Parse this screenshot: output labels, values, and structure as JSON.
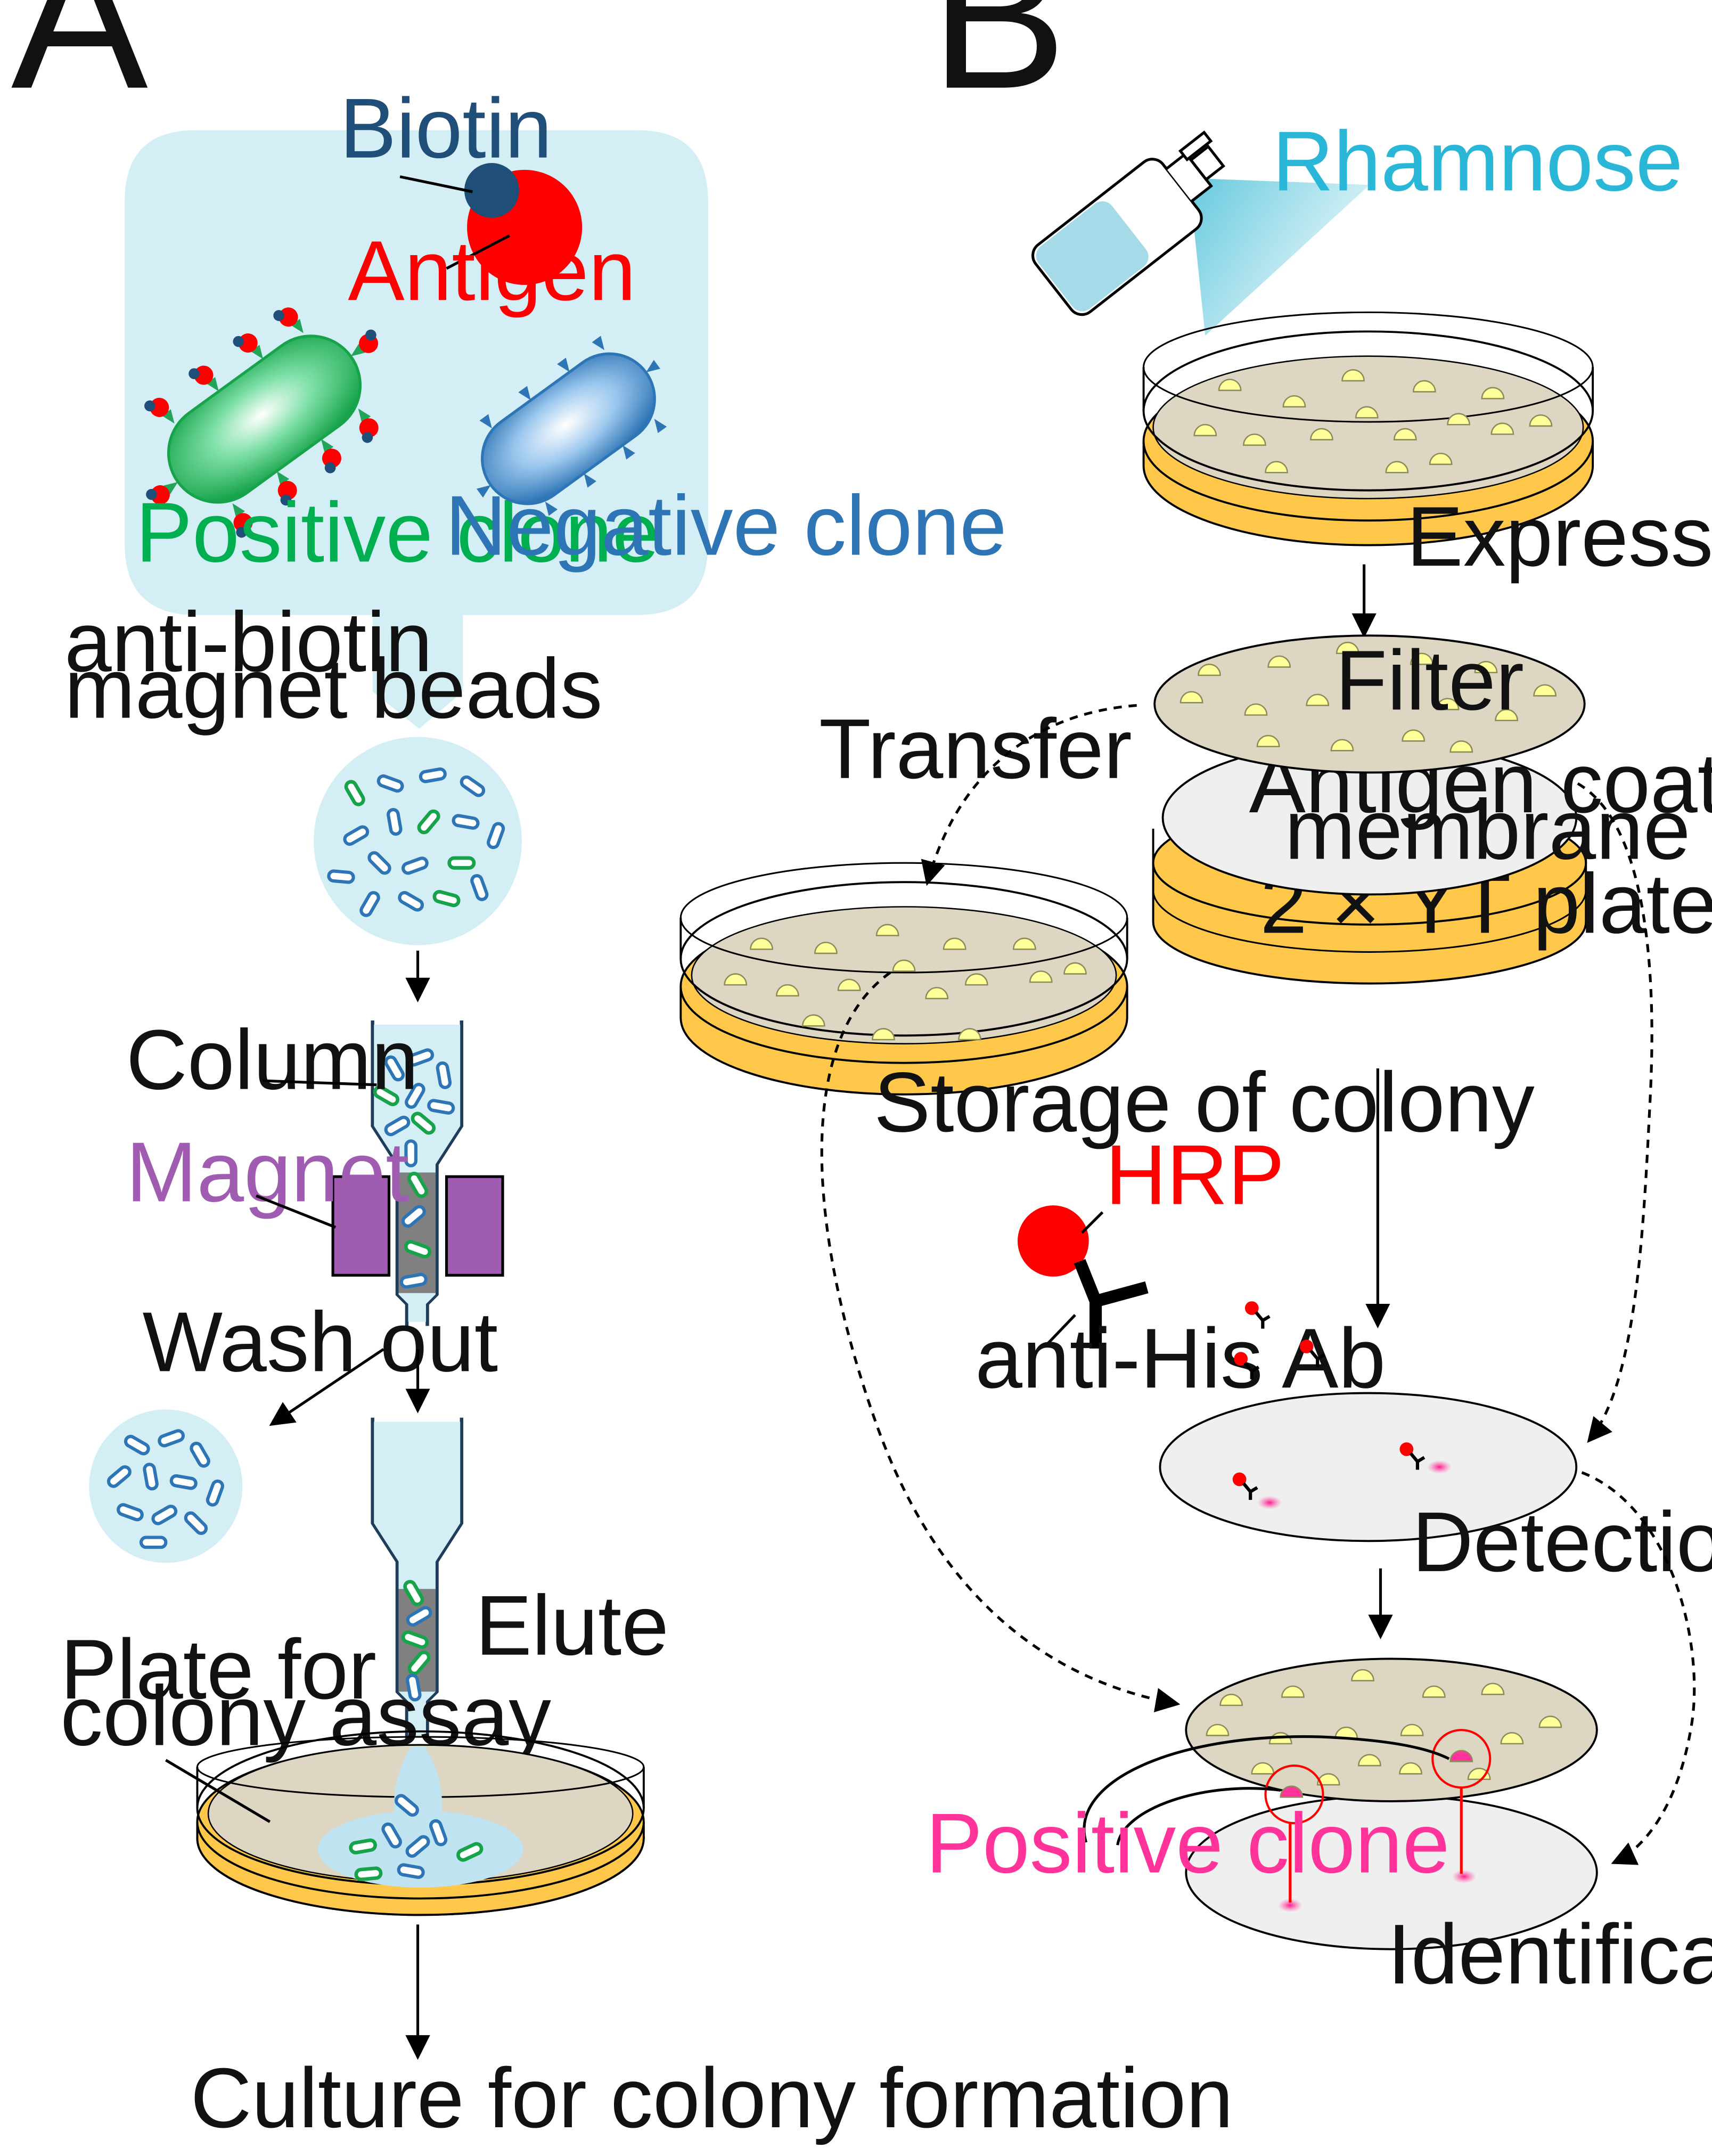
{
  "panels": {
    "a": {
      "letter": "A",
      "biotin": "Biotin",
      "antigen": "Antigen",
      "positive_clone": "Positive clone",
      "negative_clone": "Negative clone",
      "beads_line1": "anti-biotin",
      "beads_line2": "magnet beads",
      "column": "Column",
      "magnet": "Magnet",
      "wash_out": "Wash out",
      "elute": "Elute",
      "plate_line1": "Plate for",
      "plate_line2": "colony assay",
      "culture": "Culture for colony formation"
    },
    "b": {
      "letter": "B",
      "rhamnose": "Rhamnose",
      "expression": "Expression",
      "filter": "Filter",
      "membrane_line1": "Antigen coated",
      "membrane_line2": "membrane",
      "yt_plate": "2 × YT plate",
      "transfer": "Transfer",
      "storage": "Storage of colony",
      "hrp": "HRP",
      "anti_his": "anti-His Ab",
      "detection": "Detection",
      "positive_clone": "Positive clone",
      "identification": "Identification"
    }
  },
  "colors": {
    "light_blue_panel": "#d4eef6",
    "red": "#ff0000",
    "dark_blue": "#1f4e79",
    "green_label": "#00b050",
    "blue_label": "#2e75b6",
    "magenta_label": "#ff3399",
    "purple_label": "#a05cb0",
    "cyan_label": "#2ab6d6",
    "plate_orange": "#ffc84a",
    "colony_yellow": "#ffff99"
  },
  "icons": [
    "spray-bottle-icon",
    "magnet-icon",
    "antibody-icon",
    "bacterium-icon",
    "column-icon",
    "petri-dish-icon"
  ]
}
